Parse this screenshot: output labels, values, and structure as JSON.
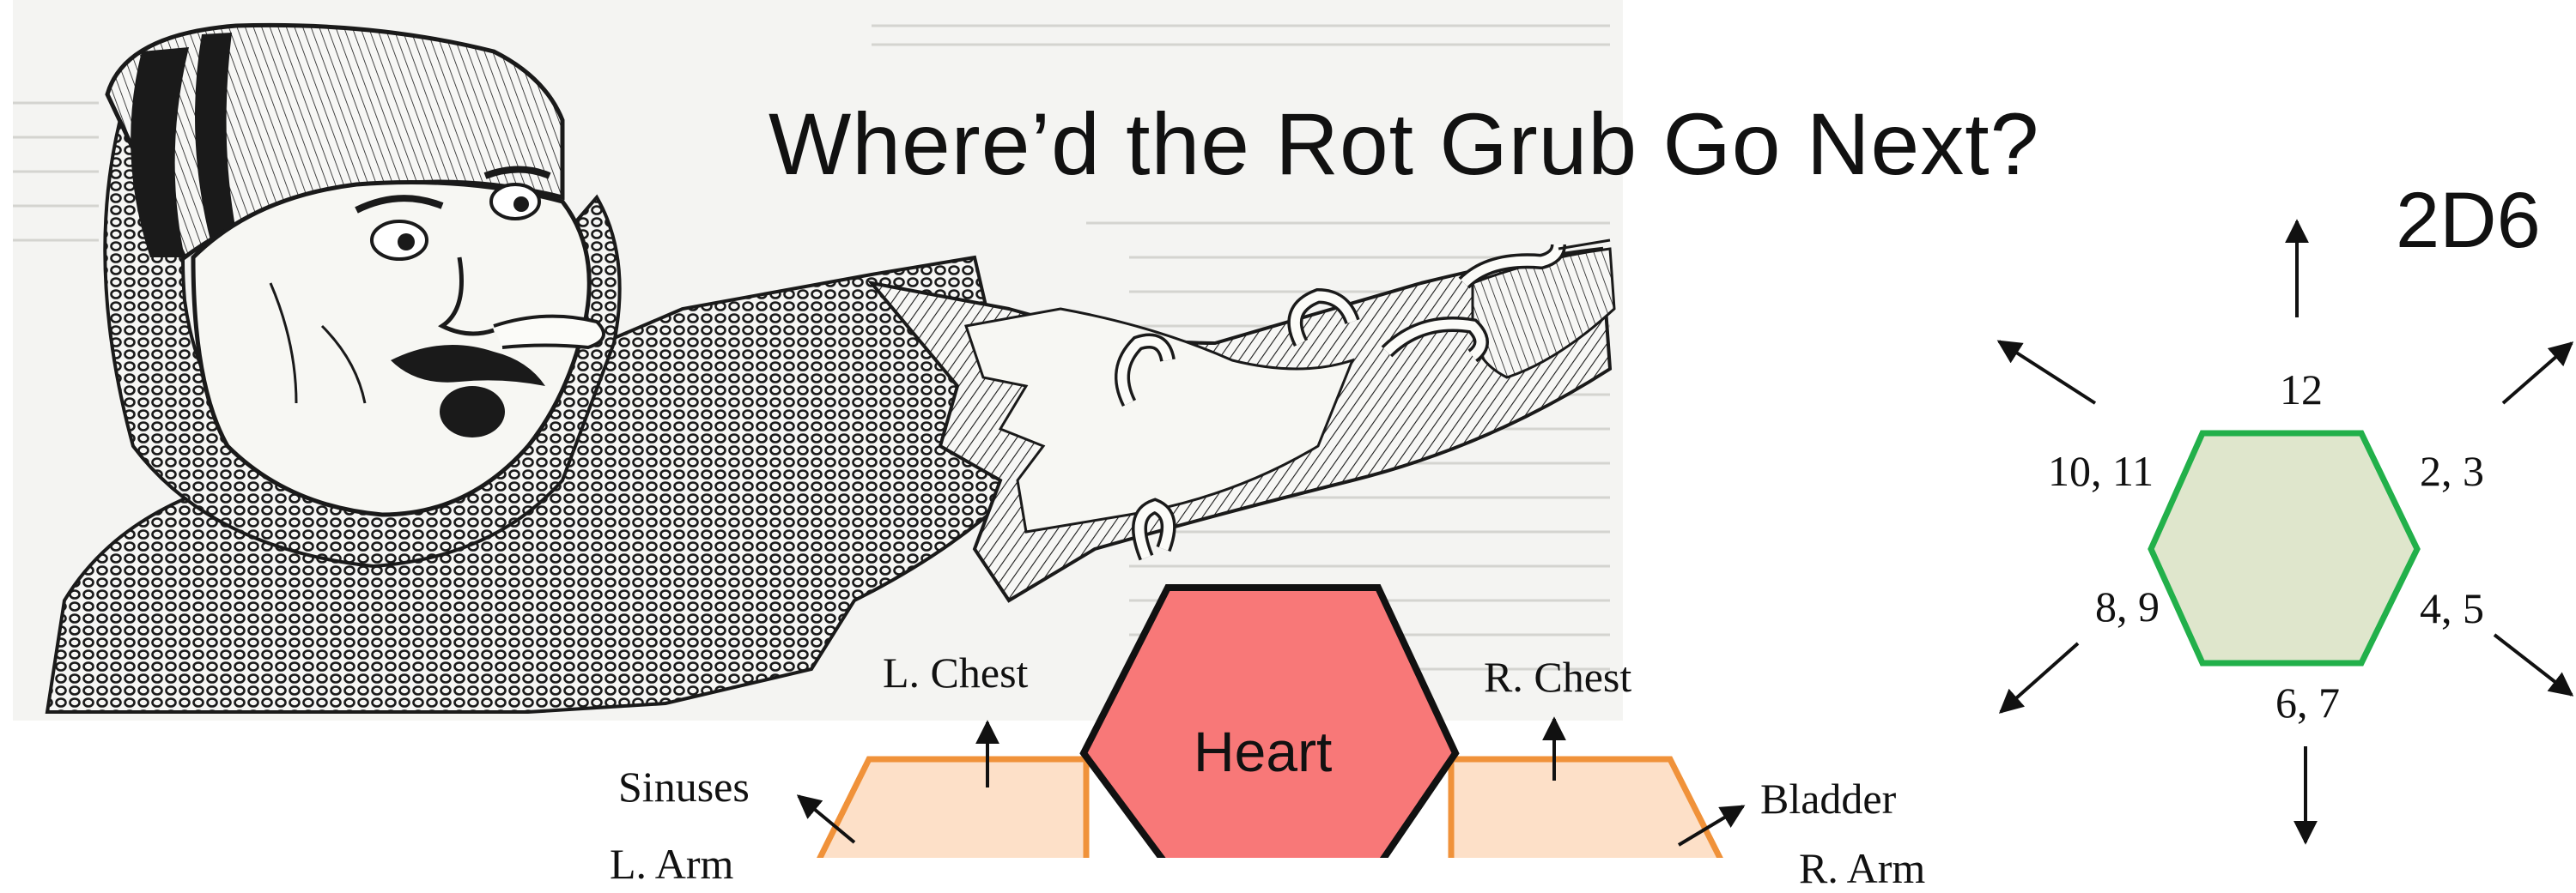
{
  "slide": {
    "title": "Where’d the Rot Grub Go Next?",
    "dice_label": "2D6"
  },
  "direction_hex": {
    "fill": "#dfe6cc",
    "stroke": "#22b04a",
    "labels": {
      "top": "12",
      "top_right": "2, 3",
      "bottom_right": "4, 5",
      "bottom": "6, 7",
      "bottom_left": "8, 9",
      "top_left": "10, 11"
    }
  },
  "body_map": {
    "center": {
      "label": "Heart",
      "fill": "#f87878",
      "stroke": "#111111"
    },
    "side_fill": "#fde0c8",
    "side_stroke": "#f0923a",
    "labels": {
      "left_chest": "L. Chest",
      "right_chest": "R. Chest",
      "sinuses": "Sinuses",
      "bladder": "Bladder",
      "left_arm": "L. Arm",
      "right_arm": "R. Arm"
    }
  },
  "illustration": {
    "subject": "knight-in-chainmail-with-rot-grubs",
    "colors": {
      "ink": "#1a1a1a",
      "skin": "#f7f7f3",
      "paper": "#f3f3f1"
    }
  }
}
